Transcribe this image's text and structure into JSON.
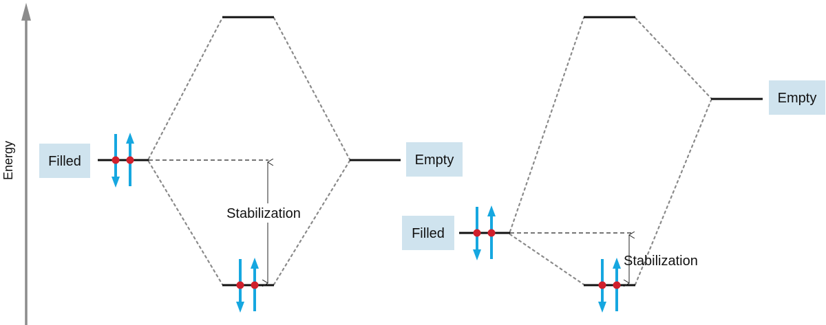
{
  "axis": {
    "label": "Energy"
  },
  "panels": [
    {
      "filled_label": "Filled",
      "empty_label": "Empty",
      "stabilization_label": "Stabilization"
    },
    {
      "filled_label": "Filled",
      "empty_label": "Empty",
      "stabilization_label": "Stabilization"
    }
  ],
  "colors": {
    "arrow": "#16a7e0",
    "electron": "#d0202c",
    "label_box": "#cfe3ee",
    "axis": "#8c8c8c"
  }
}
